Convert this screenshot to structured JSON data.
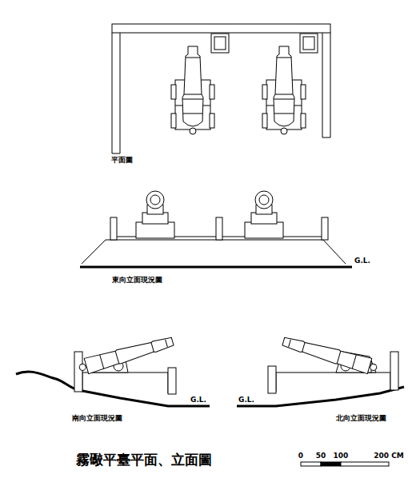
{
  "diagram": {
    "title": "霧礮平臺平面、立面圖",
    "labels": [
      "平面圖",
      "東向立面現況圖",
      "G.L.",
      "南向立面現況圖",
      "G.L.",
      "G.L.",
      "北向立面現況圖",
      "0",
      "50",
      "100",
      "200 CM"
    ]
  }
}
